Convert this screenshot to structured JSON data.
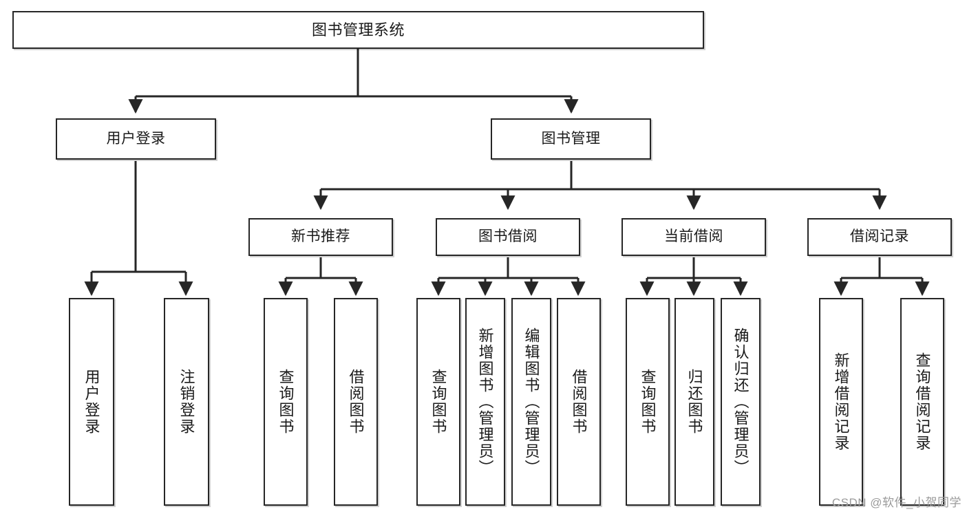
{
  "diagram": {
    "type": "tree",
    "title": "图书管理系统",
    "watermark": "CSDN @软件_小贺同学",
    "accent_border": "#262626",
    "fill": "#ffffff",
    "nodes": {
      "root": {
        "label": "图书管理系统"
      },
      "level2": [
        {
          "id": "user-login",
          "label": "用户登录"
        },
        {
          "id": "book-manage",
          "label": "图书管理"
        }
      ],
      "level3": [
        {
          "id": "new-book-rec",
          "label": "新书推荐"
        },
        {
          "id": "book-borrow",
          "label": "图书借阅"
        },
        {
          "id": "current-borrow",
          "label": "当前借阅"
        },
        {
          "id": "borrow-record",
          "label": "借阅记录"
        }
      ],
      "leaves": [
        {
          "id": "leaf-user-login",
          "label": "用户登录",
          "parent": "user-login"
        },
        {
          "id": "leaf-logout",
          "label": "注销登录",
          "parent": "user-login"
        },
        {
          "id": "leaf-query-book-1",
          "label": "查询图书",
          "parent": "new-book-rec"
        },
        {
          "id": "leaf-borrow-book-1",
          "label": "借阅图书",
          "parent": "new-book-rec"
        },
        {
          "id": "leaf-query-book-2",
          "label": "查询图书",
          "parent": "book-borrow"
        },
        {
          "id": "leaf-add-book",
          "label": "新增图书（管理员）",
          "parent": "book-borrow"
        },
        {
          "id": "leaf-edit-book",
          "label": "编辑图书（管理员）",
          "parent": "book-borrow"
        },
        {
          "id": "leaf-borrow-book-2",
          "label": "借阅图书",
          "parent": "book-borrow"
        },
        {
          "id": "leaf-query-book-3",
          "label": "查询图书",
          "parent": "current-borrow"
        },
        {
          "id": "leaf-return-book",
          "label": "归还图书",
          "parent": "current-borrow"
        },
        {
          "id": "leaf-confirm-return",
          "label": "确认归还（管理员）",
          "parent": "current-borrow"
        },
        {
          "id": "leaf-add-record",
          "label": "新增借阅记录",
          "parent": "borrow-record"
        },
        {
          "id": "leaf-query-record",
          "label": "查询借阅记录",
          "parent": "borrow-record"
        }
      ]
    }
  }
}
